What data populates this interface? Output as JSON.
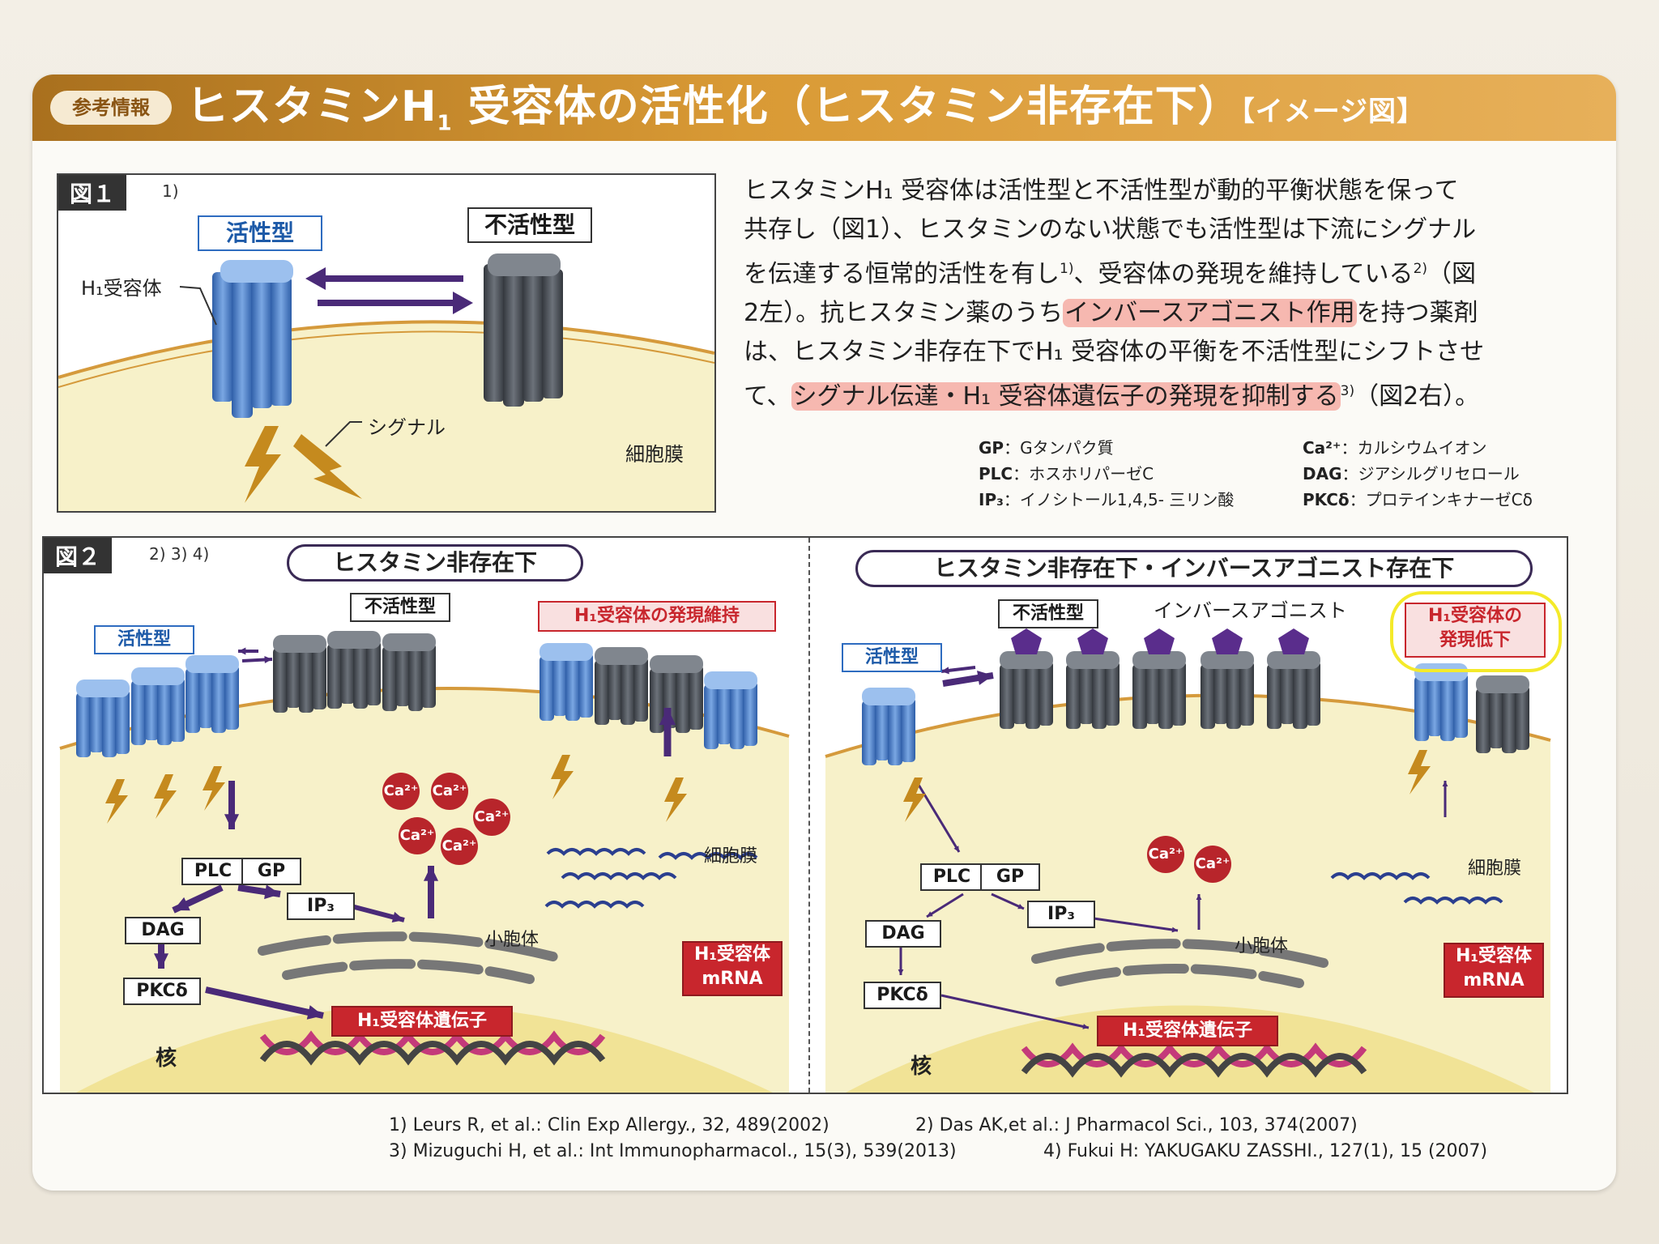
{
  "header": {
    "tag": "参考情報",
    "title_main": "ヒスタミンH",
    "title_sub": "1",
    "title_rest": " 受容体の活性化（ヒスタミン非存在下）",
    "title_bracket": "【イメージ図】"
  },
  "fig1": {
    "label": "図１",
    "ref": "1)",
    "active": "活性型",
    "inactive": "不活性型",
    "receptor": "H₁受容体",
    "membrane": "細胞膜",
    "signal": "シグナル"
  },
  "description": {
    "line1": "ヒスタミンH₁ 受容体は活性型と不活性型が動的平衡状態を保って",
    "line2": "共存し（図1）、ヒスタミンのない状態でも活性型は下流にシグナル",
    "line3": "を伝達する恒常的活性を有し",
    "line3_sup": "1)",
    "line3b": "、受容体の発現を維持している",
    "line3b_sup": "2)",
    "line3c": "（図",
    "line4a": "2左）。抗ヒスタミン薬のうち",
    "line4_hl": "インバースアゴニスト作用",
    "line4b": "を持つ薬剤",
    "line5": "は、ヒスタミン非存在下でH₁ 受容体の平衡を不活性型にシフトさせ",
    "line6a": "て、",
    "line6_hl": "シグナル伝達・H₁ 受容体遺伝子の発現を抑制する",
    "line6_sup": "3)",
    "line6b": "（図2右）。"
  },
  "abbreviations": [
    {
      "key": "GP",
      "value": "：Gタンパク質"
    },
    {
      "key": "PLC",
      "value": "：ホスホリパーゼC"
    },
    {
      "key": "IP₃",
      "value": "：イノシトール1,4,5- 三リン酸"
    },
    {
      "key": "Ca²⁺",
      "value": "：カルシウムイオン"
    },
    {
      "key": "DAG",
      "value": "：ジアシルグリセロール"
    },
    {
      "key": "PKCδ",
      "value": "：プロテインキナーゼCδ"
    }
  ],
  "fig2": {
    "label": "図２",
    "ref": "2) 3) 4)",
    "left": {
      "title": "ヒスタミン非存在下",
      "inactive": "不活性型",
      "active": "活性型",
      "expression": "H₁受容体の発現維持",
      "plc": "PLC",
      "gp": "GP",
      "dag": "DAG",
      "ip3": "IP₃",
      "pkc": "PKCδ",
      "ca": "Ca²⁺",
      "er": "小胞体",
      "membrane": "細胞膜",
      "gene": "H₁受容体遺伝子",
      "mrna1": "H₁受容体",
      "mrna2": "mRNA",
      "nucleus": "核"
    },
    "right": {
      "title": "ヒスタミン非存在下・インバースアゴニスト存在下",
      "inactive": "不活性型",
      "active": "活性型",
      "agonist": "インバースアゴニスト",
      "expression1": "H₁受容体の",
      "expression2": "発現低下",
      "plc": "PLC",
      "gp": "GP",
      "dag": "DAG",
      "ip3": "IP₃",
      "pkc": "PKCδ",
      "ca": "Ca²⁺",
      "er": "小胞体",
      "membrane": "細胞膜",
      "gene": "H₁受容体遺伝子",
      "mrna1": "H₁受容体",
      "mrna2": "mRNA",
      "nucleus": "核"
    }
  },
  "references": {
    "r1": "1) Leurs R, et al.: Clin Exp Allergy., 32, 489(2002)",
    "r2": "2) Das AK,et al.: J Pharmacol Sci., 103, 374(2007)",
    "r3": "3) Mizuguchi H, et al.: Int Immunopharmacol., 15(3), 539(2013)",
    "r4": "4) Fukui H: YAKUGAKU ZASSHI., 127(1), 15 (2007)"
  },
  "colors": {
    "header": "#d99a35",
    "active_receptor": "#4f86cf",
    "inactive_receptor": "#4a4f57",
    "arrow": "#4a2a78",
    "highlight": "#f6b8b0",
    "label_red": "#c8262d",
    "circle_yellow": "#f4ea2a"
  }
}
